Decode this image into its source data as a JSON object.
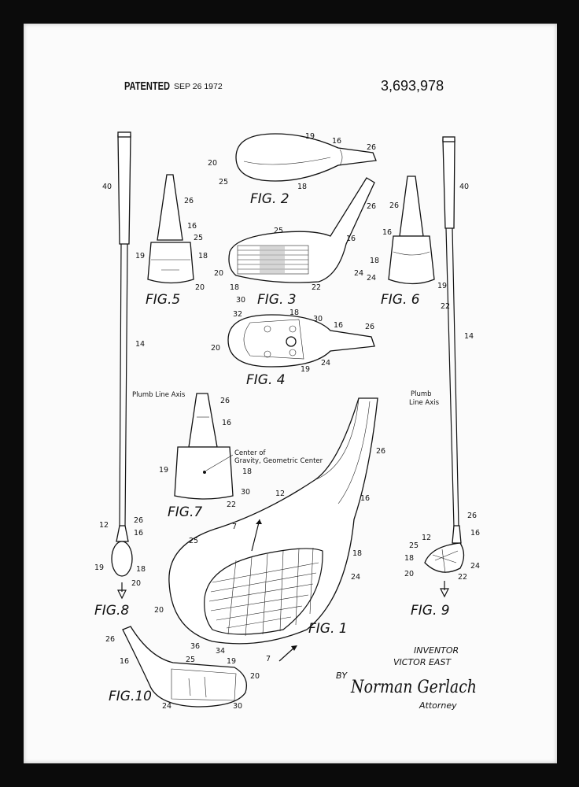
{
  "header": {
    "patented": "PATENTED",
    "date": "SEP 26 1972",
    "patent_number": "3,693,978"
  },
  "figures": {
    "fig1": "FIG. 1",
    "fig2": "FIG. 2",
    "fig3": "FIG. 3",
    "fig4": "FIG. 4",
    "fig5": "FIG.5",
    "fig6": "FIG. 6",
    "fig7": "FIG.7",
    "fig8": "FIG.8",
    "fig9": "FIG. 9",
    "fig10": "FIG.10"
  },
  "annotations": {
    "plumb_left": "Plumb Line Axis",
    "plumb_right_1": "Plumb",
    "plumb_right_2": "Line Axis",
    "cog_1": "Center of",
    "cog_2": "Gravity, Geometric Center"
  },
  "reference_numerals": [
    "40",
    "14",
    "12",
    "26",
    "16",
    "19",
    "18",
    "20",
    "19",
    "16",
    "26",
    "20",
    "25",
    "18",
    "26",
    "16",
    "25",
    "19",
    "18",
    "20",
    "26",
    "25",
    "16",
    "20",
    "24",
    "18",
    "30",
    "22",
    "26",
    "16",
    "18",
    "24",
    "19",
    "22",
    "32",
    "18",
    "30",
    "16",
    "26",
    "20",
    "19",
    "24",
    "26",
    "16",
    "19",
    "18",
    "30",
    "22",
    "40",
    "14",
    "26",
    "16",
    "12",
    "25",
    "18",
    "24",
    "20",
    "22",
    "26",
    "12",
    "16",
    "7",
    "25",
    "18",
    "24",
    "20",
    "36",
    "34",
    "7",
    "26",
    "16",
    "25",
    "19",
    "20",
    "24",
    "30"
  ],
  "inventor": {
    "title": "INVENTOR",
    "name": "VICTOR EAST",
    "by": "BY",
    "signature": "Norman Gerlach",
    "role": "Attorney"
  }
}
